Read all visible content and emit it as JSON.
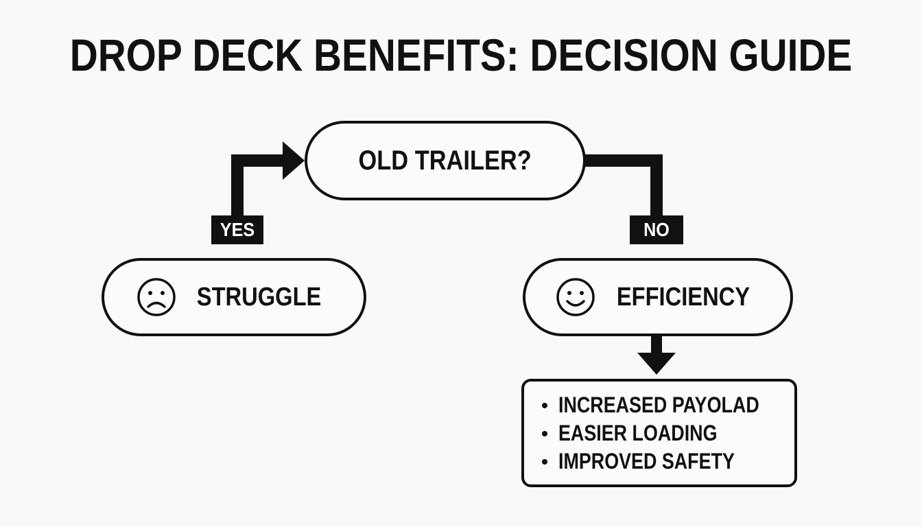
{
  "title": "DROP DECK BENEFITS: DECISION GUIDE",
  "question": {
    "label": "OLD TRAILER?"
  },
  "branches": {
    "yes": {
      "label": "YES",
      "outcome": "STRUGGLE",
      "icon": "sad-face-icon"
    },
    "no": {
      "label": "NO",
      "outcome": "EFFICIENCY",
      "icon": "happy-face-icon"
    }
  },
  "benefits": [
    "INCREASED PAYOLAD",
    "EASIER LOADING",
    "IMPROVED SAFETY"
  ],
  "colors": {
    "stroke": "#111111",
    "background": "#f8f9f8",
    "badge_text": "#ffffff"
  }
}
